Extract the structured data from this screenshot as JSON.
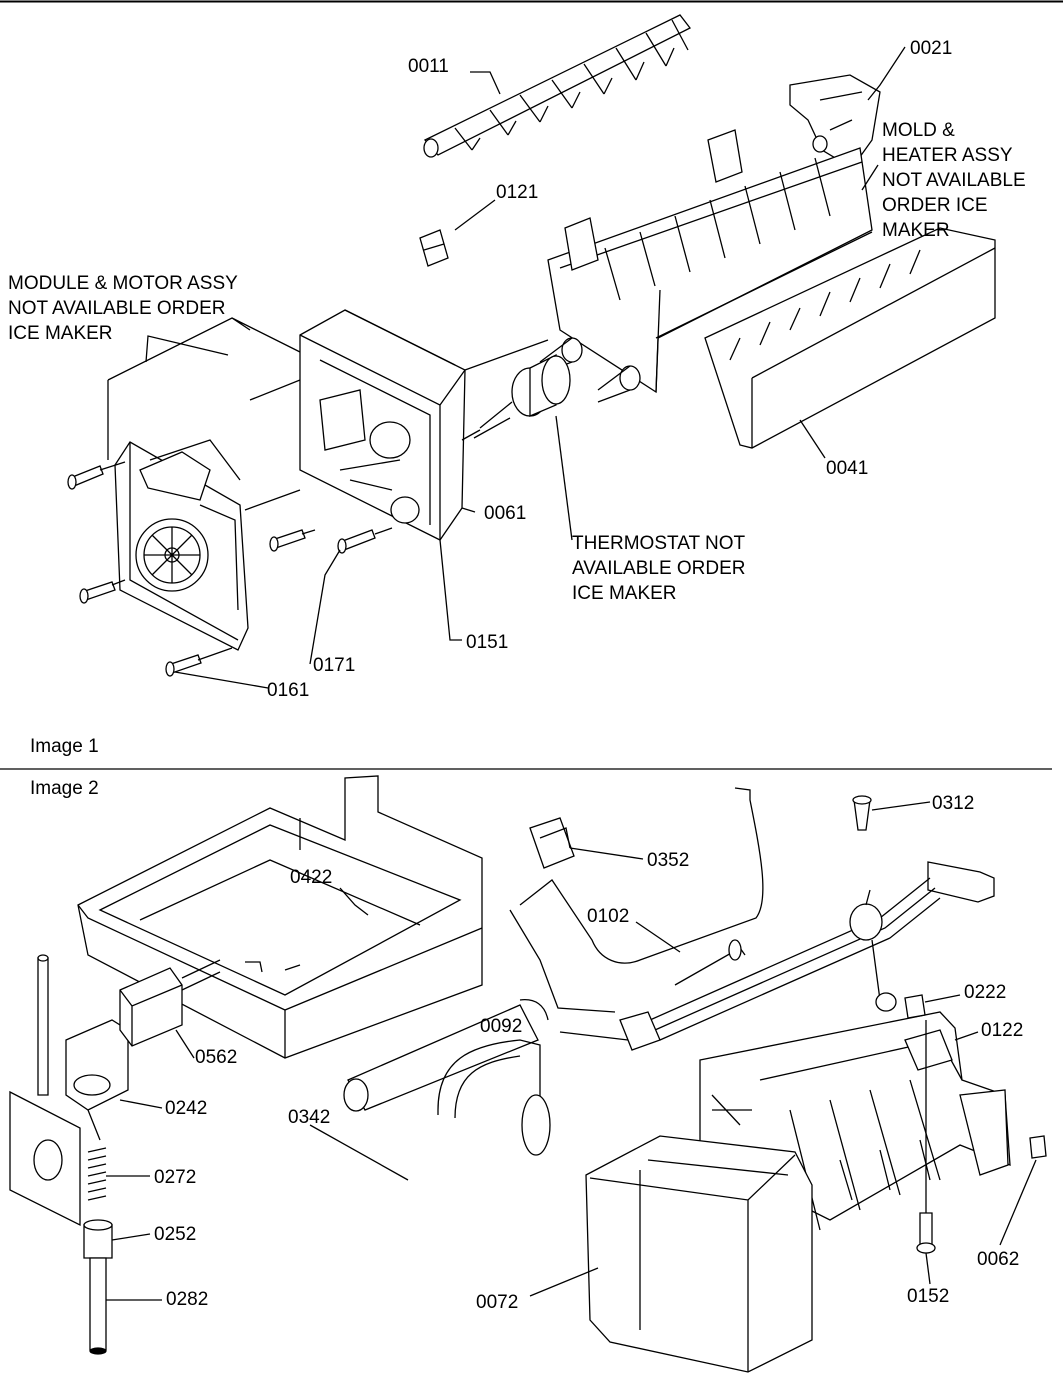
{
  "image1": {
    "caption": "Image 1",
    "labels": {
      "p0011": "0011",
      "p0021": "0021",
      "p0121": "0121",
      "p0041": "0041",
      "p0061": "0061",
      "p0151": "0151",
      "p0171": "0171",
      "p0161": "0161"
    },
    "notes": {
      "mold": [
        "MOLD &",
        "HEATER ASSY",
        "NOT AVAILABLE",
        "ORDER ICE",
        "MAKER"
      ],
      "module": [
        "MODULE & MOTOR ASSY",
        "NOT AVAILABLE ORDER",
        "ICE MAKER"
      ],
      "thermostat": [
        "THERMOSTAT NOT",
        "AVAILABLE ORDER",
        "ICE MAKER"
      ]
    }
  },
  "image2": {
    "caption": "Image 2",
    "labels": {
      "p0312": "0312",
      "p0352": "0352",
      "p0422": "0422",
      "p0102": "0102",
      "p0222": "0222",
      "p0122": "0122",
      "p0092": "0092",
      "p0562": "0562",
      "p0242": "0242",
      "p0342": "0342",
      "p0272": "0272",
      "p0252": "0252",
      "p0282": "0282",
      "p0072": "0072",
      "p0152": "0152",
      "p0062": "0062"
    }
  }
}
